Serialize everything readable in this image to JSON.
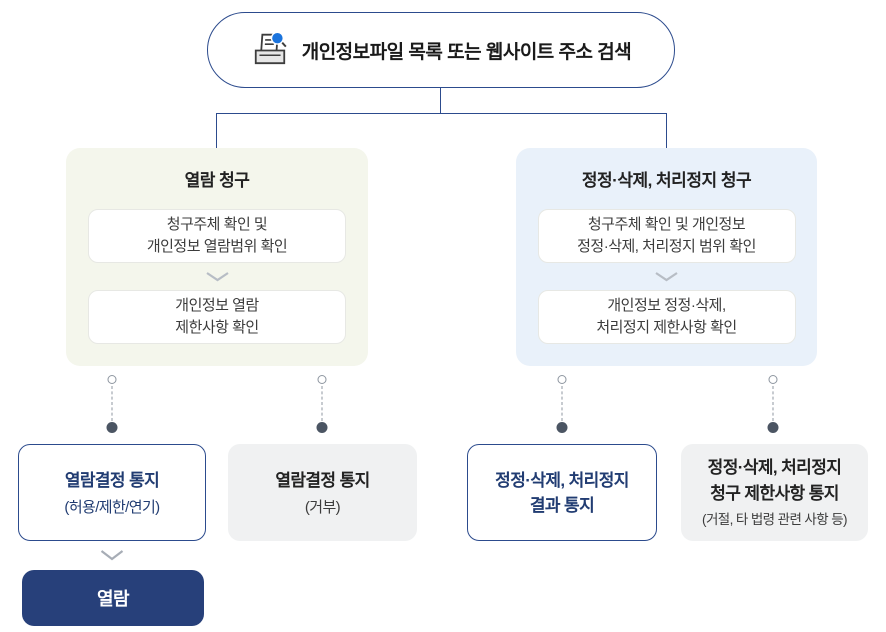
{
  "root": {
    "title": "개인정보파일 목록 또는 웹사이트 주소 검색",
    "icon": "document-search-icon"
  },
  "branches": [
    {
      "title": "열람 청구",
      "steps": [
        {
          "lines": [
            "청구주체 확인 및",
            "개인정보 열람범위 확인"
          ]
        },
        {
          "lines": [
            "개인정보 열람",
            "제한사항 확인"
          ]
        }
      ]
    },
    {
      "title": "정정·삭제, 처리정지 청구",
      "steps": [
        {
          "lines": [
            "청구주체 확인 및 개인정보",
            "정정·삭제, 처리정지 범위 확인"
          ]
        },
        {
          "lines": [
            "개인정보 정정·삭제,",
            "처리정지 제한사항 확인"
          ]
        }
      ]
    }
  ],
  "outcomes": [
    {
      "variant": "outlined",
      "lines": [
        "열람결정 통지"
      ],
      "note": "(허용/제한/연기)"
    },
    {
      "variant": "gray",
      "lines": [
        "열람결정 통지"
      ],
      "note": "(거부)"
    },
    {
      "variant": "outlined",
      "lines": [
        "정정·삭제, 처리정지",
        "결과 통지"
      ],
      "note": ""
    },
    {
      "variant": "gray",
      "lines": [
        "정정·삭제, 처리정지",
        "청구 제한사항 통지"
      ],
      "note": "(거절, 타 법령 관련 사항 등)"
    }
  ],
  "final": {
    "label": "열람"
  },
  "colors": {
    "navy-line": "#2c4b8d",
    "navy-text": "#213c72",
    "navy-fill": "#27407a",
    "panel-green": "#f4f6ec",
    "panel-blue": "#e9f1fa",
    "gray-fill": "#f0f1f2",
    "icon-blue": "#1b74dd"
  }
}
